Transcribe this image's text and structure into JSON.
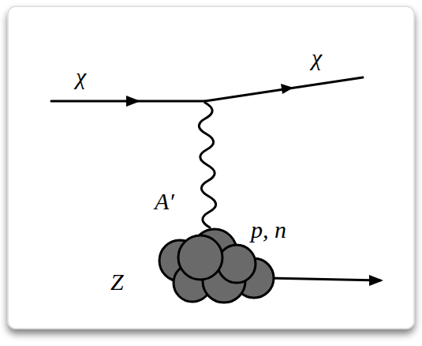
{
  "diagram": {
    "labels": [
      "χ",
      "χ",
      "A′",
      "p, n",
      "Z"
    ]
  }
}
